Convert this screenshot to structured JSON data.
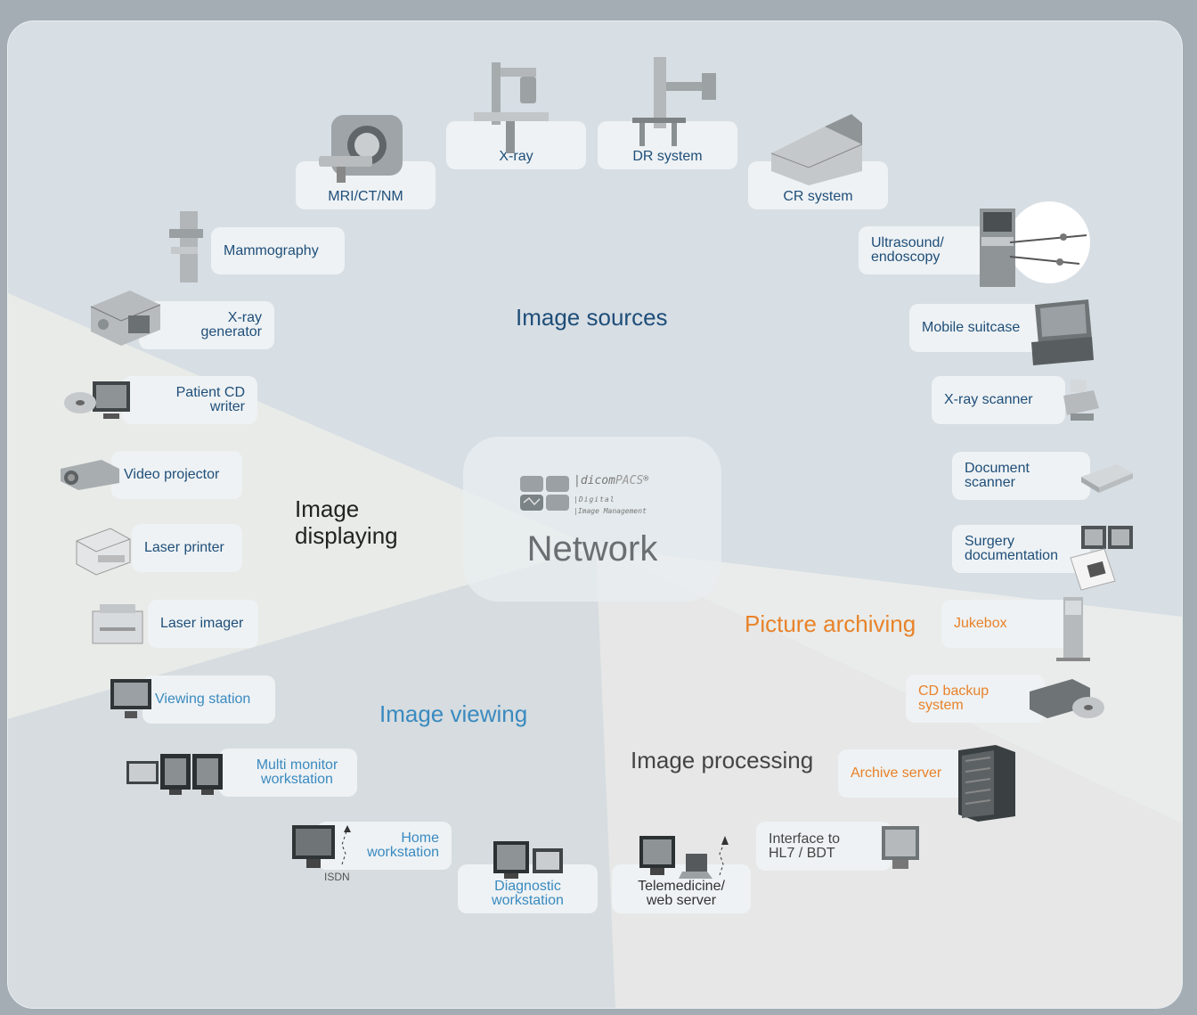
{
  "network": {
    "brand_prefix": "|dicom",
    "brand_main": "PACS",
    "brand_mark": "®",
    "brand_line1": "|Digital",
    "brand_line2": "|Image Management",
    "label": "Network"
  },
  "regions": {
    "image_sources": "Image sources",
    "image_displaying": "Image\ndisplaying",
    "image_viewing": "Image viewing",
    "image_processing": "Image processing",
    "picture_archiving": "Picture archiving"
  },
  "devices": {
    "mri": "MRI/CT/NM",
    "xray": "X-ray",
    "dr_system": "DR system",
    "cr_system": "CR system",
    "mammography": "Mammography",
    "ultrasound": "Ultrasound/\nendoscopy",
    "xray_generator": "X-ray\ngenerator",
    "mobile_suitcase": "Mobile suitcase",
    "xray_scanner": "X-ray scanner",
    "patient_cd_writer": "Patient CD\nwriter",
    "document_scanner": "Document\nscanner",
    "video_projector": "Video projector",
    "surgery_documentation": "Surgery\ndocumentation",
    "laser_printer": "Laser printer",
    "laser_imager": "Laser imager",
    "jukebox": "Jukebox",
    "viewing_station": "Viewing station",
    "cd_backup": "CD backup\nsystem",
    "multi_monitor": "Multi monitor\nworkstation",
    "archive_server": "Archive server",
    "home_workstation": "Home\nworkstation",
    "isdn": "ISDN",
    "diagnostic_workstation": "Diagnostic\nworkstation",
    "telemedicine": "Telemedicine/\nweb server",
    "hl7_interface": "Interface to\nHL7 / BDT"
  },
  "colors": {
    "frame": "#a3adb3",
    "sources": "#d7dee4",
    "displaying": "#e8ebe8",
    "viewing": "#d6dcdf",
    "processing": "#e6e7e6",
    "archiving": "#e9ecea",
    "text_dark_blue": "#1f4e79",
    "text_blue": "#3a8ac0",
    "text_orange": "#e8822a"
  }
}
